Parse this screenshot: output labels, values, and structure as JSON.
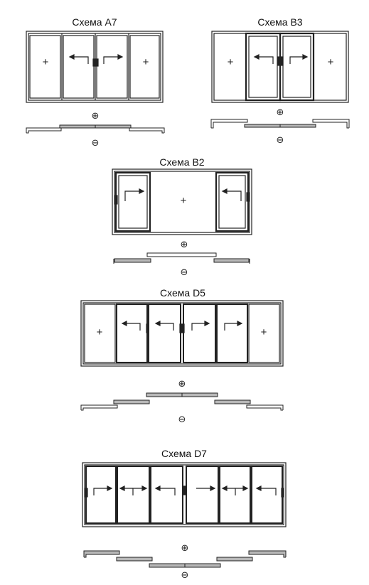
{
  "symbols": {
    "plus": "+",
    "circled_plus": "⊕",
    "circled_minus": "⊖"
  },
  "colors": {
    "line": "#222222",
    "sash_fill": "#ffffff",
    "slide_panel": "#b8b8b8",
    "fixed_panel": "#ffffff"
  },
  "schemes": [
    {
      "id": "A7",
      "title": "Схема А7",
      "panels": [
        "fixed",
        "slide-left",
        "slide-right",
        "fixed"
      ],
      "plan_rows": 2
    },
    {
      "id": "B3",
      "title": "Схема В3",
      "panels": [
        "fixed",
        "slide-left",
        "slide-right",
        "fixed"
      ],
      "plan_rows": 2
    },
    {
      "id": "B2",
      "title": "Схема В2",
      "panels": [
        "slide-right",
        "fixed",
        "slide-left"
      ],
      "plan_rows": 2
    },
    {
      "id": "D5",
      "title": "Схема D5",
      "panels": [
        "fixed",
        "slide-left",
        "slide-left",
        "slide-right",
        "slide-right",
        "fixed"
      ],
      "plan_rows": 3
    },
    {
      "id": "D7",
      "title": "Схема D7",
      "panels": [
        "slide-right",
        "slide-both",
        "slide-left",
        "slide-right",
        "slide-both",
        "slide-left"
      ],
      "plan_rows": 3
    }
  ]
}
